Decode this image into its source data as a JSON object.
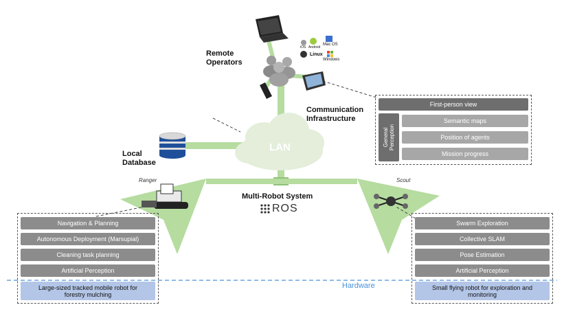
{
  "labels": {
    "remote_operators": "Remote\nOperators",
    "comm_infra": "Communication\nInfrastructure",
    "local_db": "Local\nDatabase",
    "lan": "LAN",
    "multi_robot": "Multi-Robot System",
    "ros": "ROS",
    "ranger": "Ranger",
    "scout": "Scout",
    "hardware": "Hardware"
  },
  "os_logos": {
    "ios": "iOS",
    "android": "Android",
    "macos": "Mac OS",
    "linux": "Linux",
    "windows": "Windows"
  },
  "perception_panel": {
    "top": "First-person view",
    "group_label": "General Perception",
    "items": [
      "Semantic maps",
      "Position of agents",
      "Mission progress"
    ]
  },
  "ranger_panel": {
    "items": [
      "Navigation & Planning",
      "Autonomous Deployment (Marsupial)",
      "Cleaning task planning",
      "Artificial Perception"
    ],
    "hardware": "Large-sized tracked mobile robot for forestry mulching"
  },
  "scout_panel": {
    "items": [
      "Swarm Exploration",
      "Collective SLAM",
      "Pose Estimation",
      "Artificial Perception"
    ],
    "hardware": "Small flying robot for exploration and monitoring"
  },
  "colors": {
    "green": "#b6dca0",
    "dark_green": "#8fc178",
    "box_dark": "#6e6e6e",
    "box_mid": "#8c8c8c",
    "box_light": "#a7a7a7",
    "blue_box": "#b4c6e7",
    "hardware_line": "#4a90d9"
  }
}
